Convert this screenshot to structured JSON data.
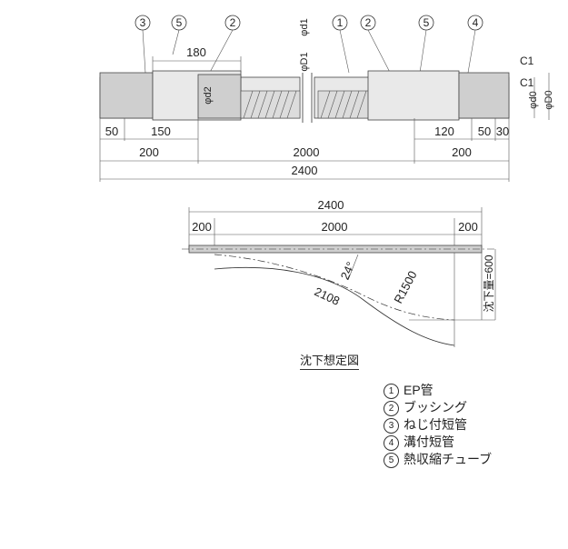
{
  "top_view": {
    "callouts_left": [
      "3",
      "5",
      "2"
    ],
    "callouts_right": [
      "1",
      "2",
      "5",
      "4"
    ],
    "dim_180": "180",
    "chamfer_1": "C1",
    "chamfer_2": "C1",
    "dia_D1": "φD1",
    "dia_d1": "φd1",
    "dia_d2": "φd2",
    "dia_d0": "φd0",
    "dia_D0": "φD0",
    "dim_row1": [
      "50",
      "150",
      "120",
      "50",
      "30"
    ],
    "dim_row2": [
      "200",
      "2000",
      "200"
    ],
    "dim_total": "2400"
  },
  "settlement_view": {
    "dim_top_total": "2400",
    "dim_left": "200",
    "dim_mid": "2000",
    "dim_right": "200",
    "angle": "24°",
    "radius": "R1500",
    "arc_length": "2108",
    "settlement": "沈下量=600",
    "caption": "沈下想定図"
  },
  "legend": [
    {
      "num": "1",
      "label": "EP管"
    },
    {
      "num": "2",
      "label": "ブッシング"
    },
    {
      "num": "3",
      "label": "ねじ付短管"
    },
    {
      "num": "4",
      "label": "溝付短管"
    },
    {
      "num": "5",
      "label": "熱収縮チューブ"
    }
  ]
}
